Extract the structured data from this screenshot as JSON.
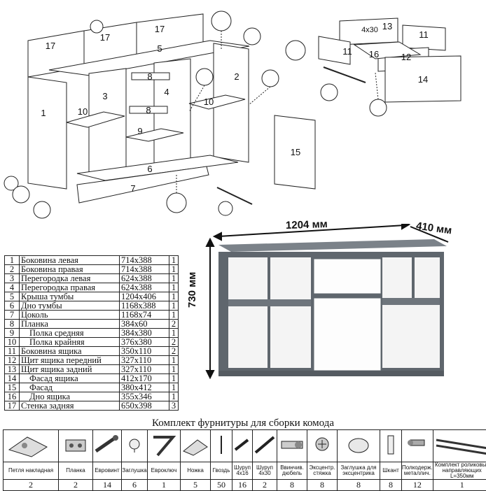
{
  "exploded": {
    "labels": [
      "17",
      "17",
      "17",
      "5",
      "1",
      "3",
      "4",
      "8",
      "8",
      "2",
      "10",
      "10",
      "9",
      "6",
      "7",
      "15",
      "11",
      "13",
      "11",
      "12",
      "14",
      "16",
      "4x30"
    ]
  },
  "dimensions": {
    "width": "1204 мм",
    "depth": "410 мм",
    "height": "730 мм"
  },
  "parts": [
    {
      "n": "1",
      "name": "Боковина левая",
      "size": "714x388",
      "qty": "1",
      "indent": false
    },
    {
      "n": "2",
      "name": "Боковина правая",
      "size": "714x388",
      "qty": "1",
      "indent": false
    },
    {
      "n": "3",
      "name": "Перегородка левая",
      "size": "624x388",
      "qty": "1",
      "indent": false
    },
    {
      "n": "4",
      "name": "Перегородка правая",
      "size": "624x388",
      "qty": "1",
      "indent": false
    },
    {
      "n": "5",
      "name": "Крыша тумбы",
      "size": "1204x406",
      "qty": "1",
      "indent": false
    },
    {
      "n": "6",
      "name": "Дно тумбы",
      "size": "1168x388",
      "qty": "1",
      "indent": false
    },
    {
      "n": "7",
      "name": "Цоколь",
      "size": "1168x74",
      "qty": "1",
      "indent": false
    },
    {
      "n": "8",
      "name": "Планка",
      "size": "384x60",
      "qty": "2",
      "indent": false
    },
    {
      "n": "9",
      "name": "Полка средняя",
      "size": "384x380",
      "qty": "1",
      "indent": true
    },
    {
      "n": "10",
      "name": "Полка крайняя",
      "size": "376x380",
      "qty": "2",
      "indent": true
    },
    {
      "n": "11",
      "name": "Боковина ящика",
      "size": "350x110",
      "qty": "2",
      "indent": false
    },
    {
      "n": "12",
      "name": "Щит ящика передний",
      "size": "327x110",
      "qty": "1",
      "indent": false
    },
    {
      "n": "13",
      "name": "Щит ящика задний",
      "size": "327x110",
      "qty": "1",
      "indent": false
    },
    {
      "n": "14",
      "name": "Фасад ящика",
      "size": "412x170",
      "qty": "1",
      "indent": true
    },
    {
      "n": "15",
      "name": "Фасад",
      "size": "380x412",
      "qty": "1",
      "indent": true
    },
    {
      "n": "16",
      "name": "Дно ящика",
      "size": "355x346",
      "qty": "1",
      "indent": true
    },
    {
      "n": "17",
      "name": "Стенка задняя",
      "size": "650x398",
      "qty": "3",
      "indent": false
    }
  ],
  "hardware": {
    "title": "Комплект фурнитуры для сборки комода",
    "items": [
      {
        "icon": "hinge-icon",
        "label": "Петля накладная",
        "qty": "2",
        "w": 78
      },
      {
        "icon": "plate-icon",
        "label": "Планка",
        "qty": "2",
        "w": 48
      },
      {
        "icon": "euro-screw-icon",
        "label": "Евровинт",
        "qty": "14",
        "w": 40
      },
      {
        "icon": "cap-icon",
        "label": "Заглушка",
        "qty": "6",
        "w": 36
      },
      {
        "icon": "hex-key-icon",
        "label": "Евроключ",
        "qty": "1",
        "w": 46
      },
      {
        "icon": "leg-icon",
        "label": "Ножка",
        "qty": "5",
        "w": 42
      },
      {
        "icon": "nail-icon",
        "label": "Гвоздь",
        "qty": "50",
        "w": 30
      },
      {
        "icon": "screw-4x16-icon",
        "label": "Шуруп 4x16",
        "qty": "16",
        "w": 28
      },
      {
        "icon": "screw-4x30-icon",
        "label": "Шуруп 4x30",
        "qty": "2",
        "w": 34
      },
      {
        "icon": "dowel-icon",
        "label": "Ввинчив. дюбель",
        "qty": "8",
        "w": 42
      },
      {
        "icon": "eccentric-icon",
        "label": "Эксцентр. стяжка",
        "qty": "8",
        "w": 42
      },
      {
        "icon": "eccentric-cap-icon",
        "label": "Заглушка для эксцентрика",
        "qty": "8",
        "w": 60
      },
      {
        "icon": "pin-icon",
        "label": "Шкант",
        "qty": "8",
        "w": 30
      },
      {
        "icon": "shelf-pin-icon",
        "label": "Полкодерж. металлич.",
        "qty": "12",
        "w": 36
      },
      {
        "icon": "rail-icon",
        "label": "Комплект роликовых направляющих L=350мм",
        "qty": "1",
        "w": 82
      }
    ]
  }
}
